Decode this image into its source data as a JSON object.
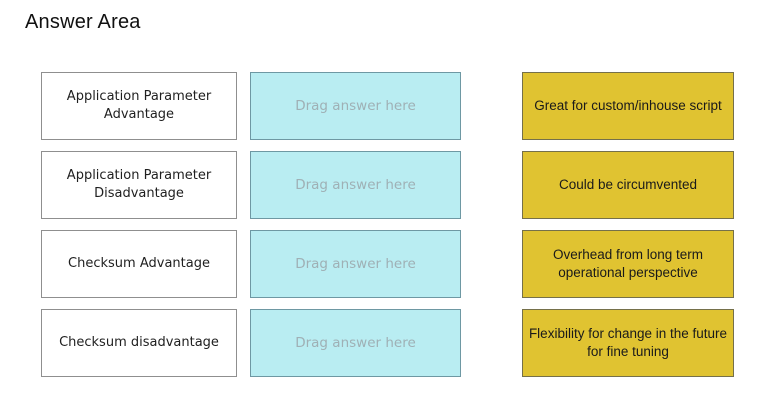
{
  "title": "Answer Area",
  "rows": [
    {
      "label": "Application Parameter Advantage",
      "placeholder": "Drag answer here"
    },
    {
      "label": "Application Parameter Disadvantage",
      "placeholder": "Drag answer here"
    },
    {
      "label": "Checksum Advantage",
      "placeholder": "Drag answer here"
    },
    {
      "label": "Checksum disadvantage",
      "placeholder": "Drag answer here"
    }
  ],
  "answers": [
    "Great for custom/inhouse script",
    "Could be circumvented",
    "Overhead from long term operational perspective",
    "Flexibility for change in the future for fine tuning"
  ],
  "colors": {
    "answer_option_bg": "#e0c331",
    "drop_zone_bg": "#b9edf2",
    "drop_zone_text": "#9fb0b5",
    "label_box_border": "#8f8f8f"
  }
}
